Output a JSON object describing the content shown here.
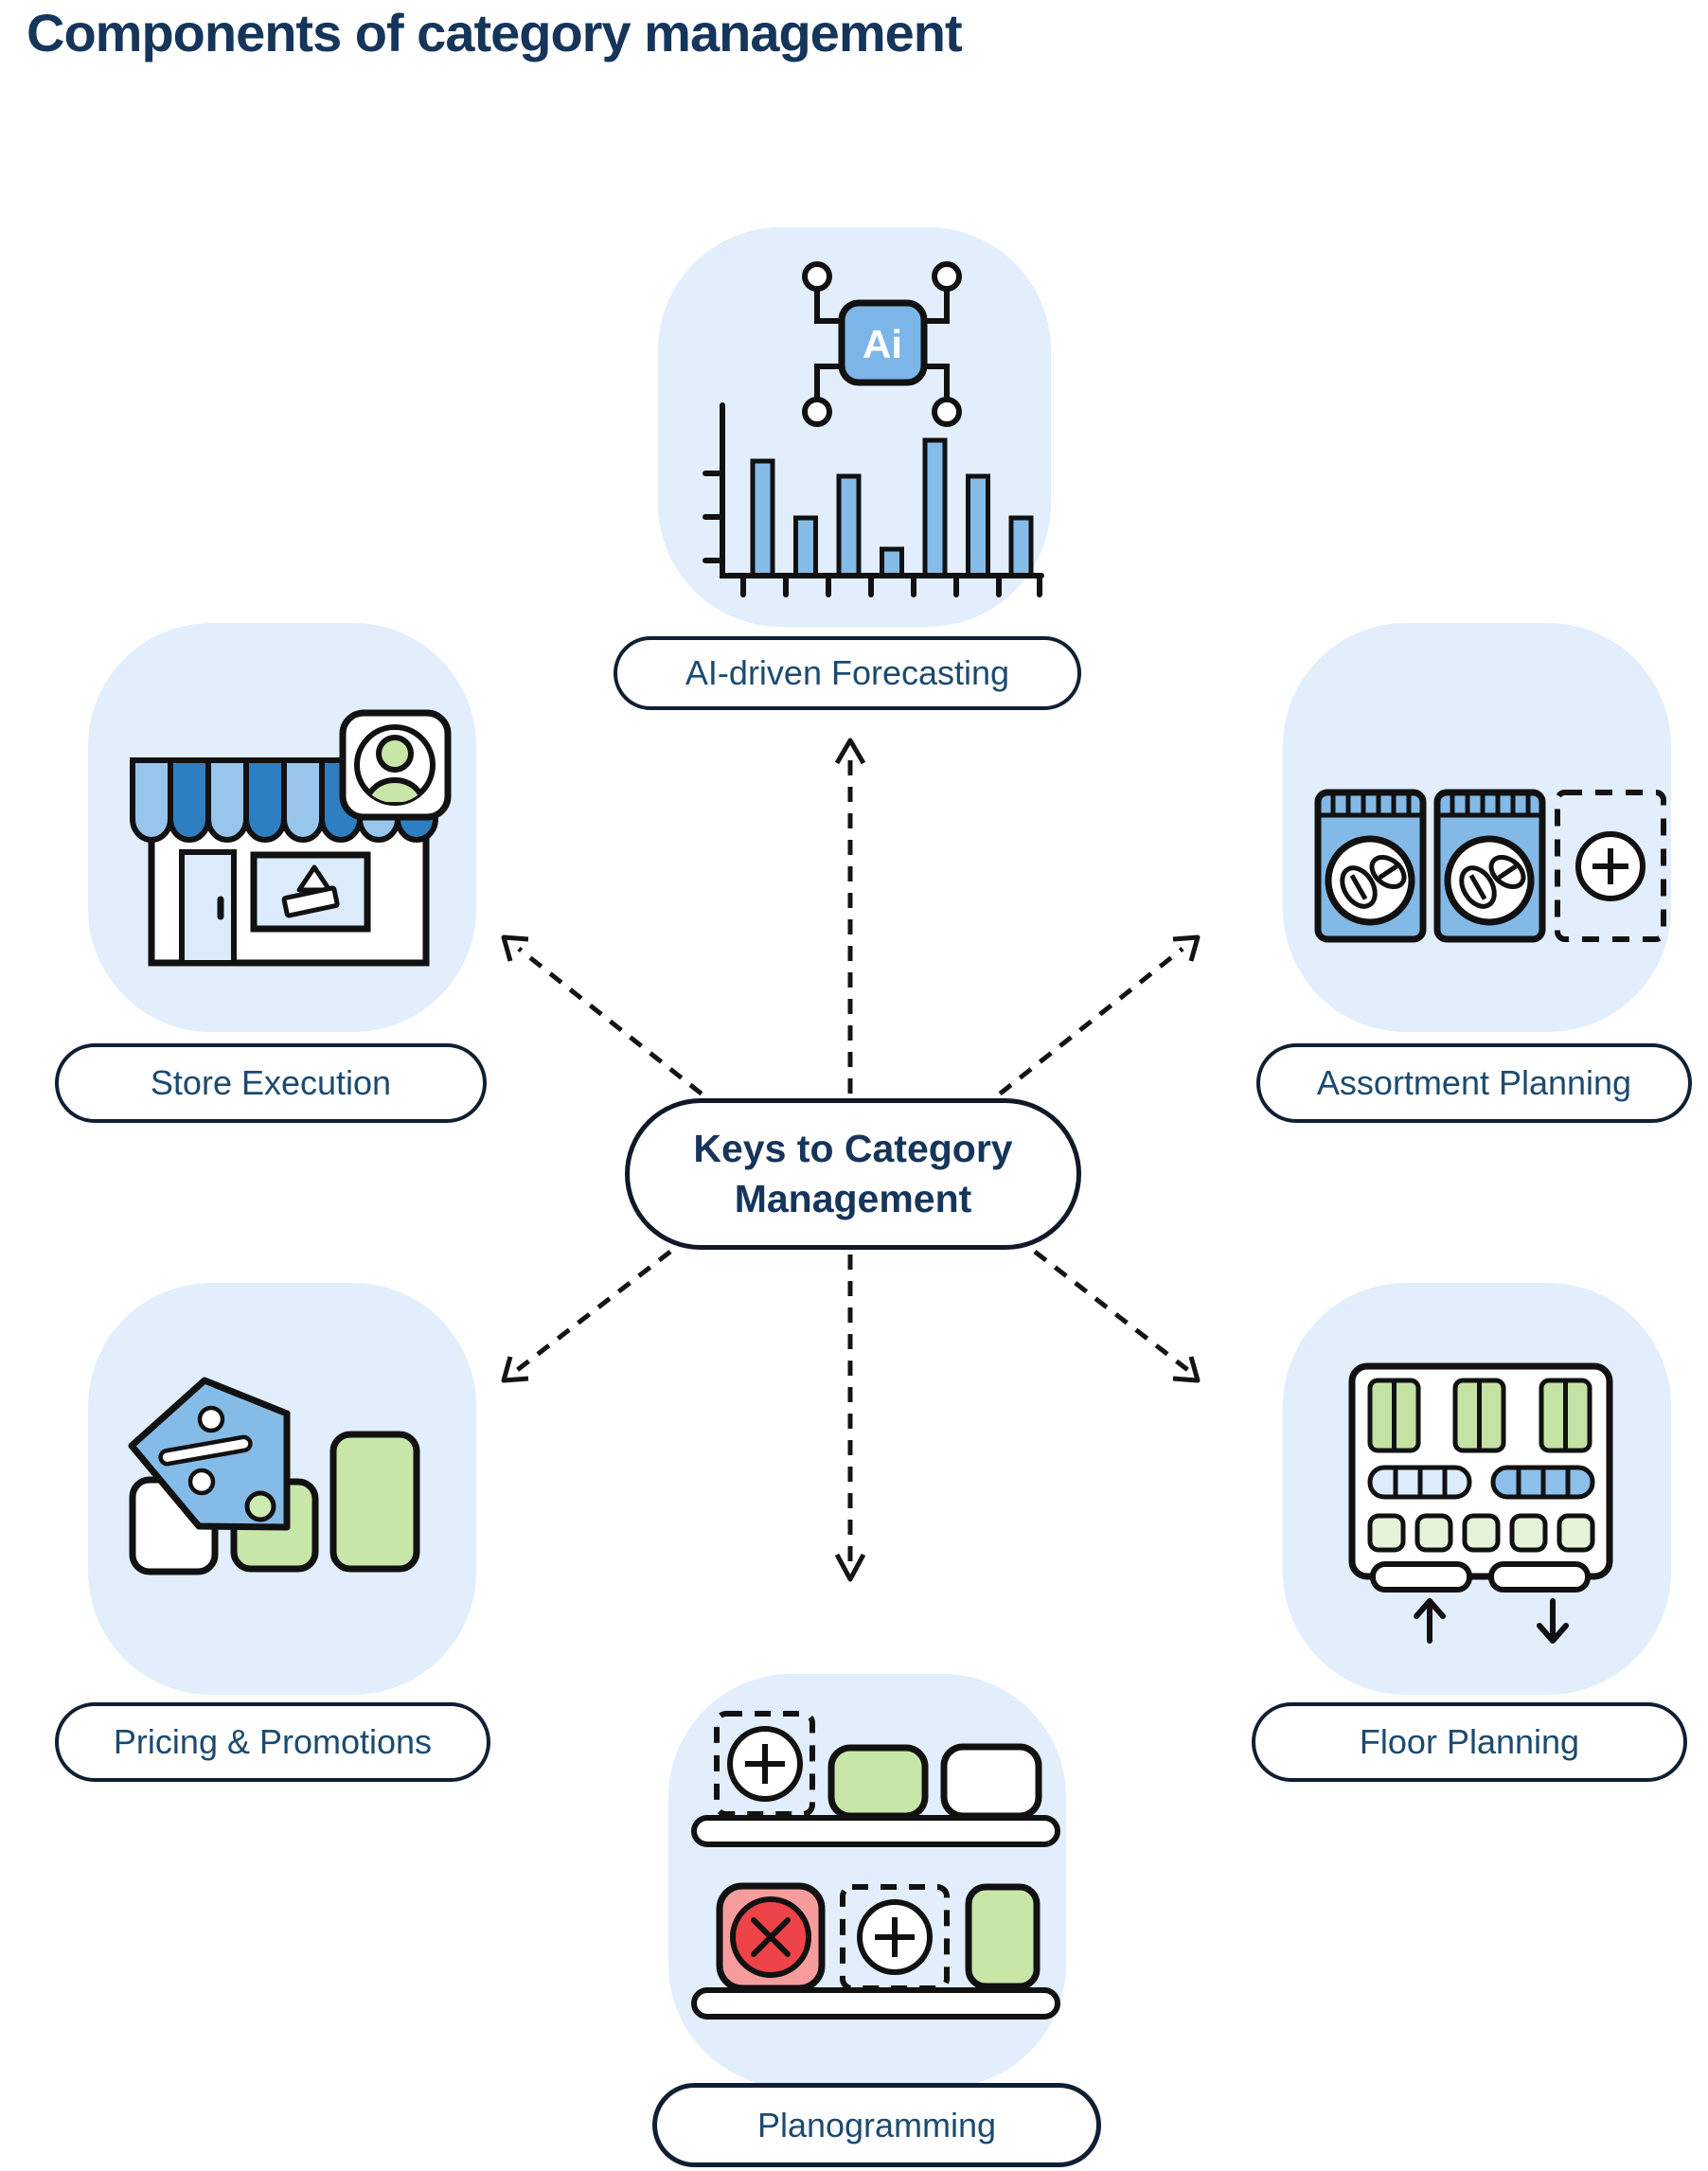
{
  "title": "Components of category management",
  "center": {
    "label": "Keys to Category Management"
  },
  "nodes": {
    "forecasting": {
      "label": "AI-driven Forecasting",
      "chip_text": "Ai",
      "forecast_bars": [
        121,
        61,
        105,
        28,
        143,
        105,
        61
      ]
    },
    "store": {
      "label": "Store Execution"
    },
    "assortment": {
      "label": "Assortment Planning"
    },
    "pricing": {
      "label": "Pricing & Promotions"
    },
    "floor": {
      "label": "Floor Planning"
    },
    "planogramming": {
      "label": "Planogramming"
    }
  },
  "colors": {
    "blob_background": "#e2eefc",
    "accent_blue": "#85bce7",
    "dark_blue": "#2e7fc1",
    "pale_blue_fill": "#dcebfb",
    "green": "#c9e6a9",
    "pale_green": "#e6f3d8",
    "red": "#ee4348",
    "light_red": "#f79c9c",
    "navy_text": "#1c4a70",
    "title_navy": "#15355b",
    "outline": "#111111"
  }
}
